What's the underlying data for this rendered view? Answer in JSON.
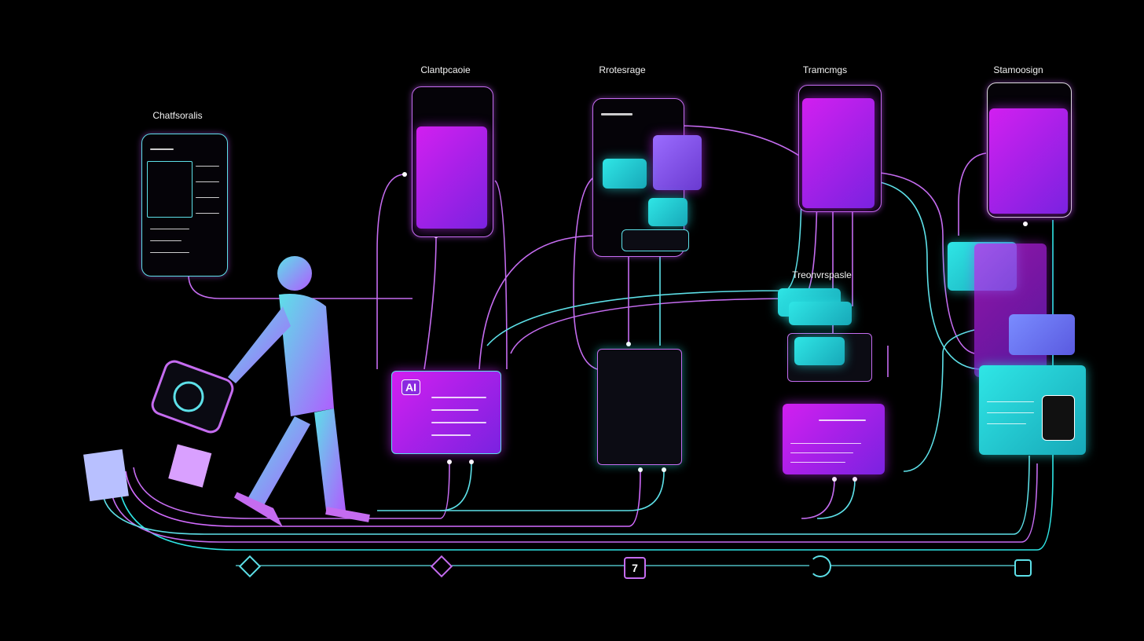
{
  "stages": [
    {
      "label": "Chatfsoralis"
    },
    {
      "label": "Clantpcaoie"
    },
    {
      "label": "Rrotesrage"
    },
    {
      "label": "Tramcmgs"
    },
    {
      "label": "Stamoosign"
    },
    {
      "label": "Treonvrspasle"
    }
  ],
  "card_badge": "AI",
  "timeline_nodes": [
    {
      "icon": "diamond-icon"
    },
    {
      "icon": "diamond-icon"
    },
    {
      "label": "7"
    },
    {
      "icon": "half-circle-icon"
    },
    {
      "icon": "bracket-icon"
    }
  ],
  "colors": {
    "purple": "#c21ff0",
    "cyan": "#2fe6e6",
    "background": "#000000"
  }
}
